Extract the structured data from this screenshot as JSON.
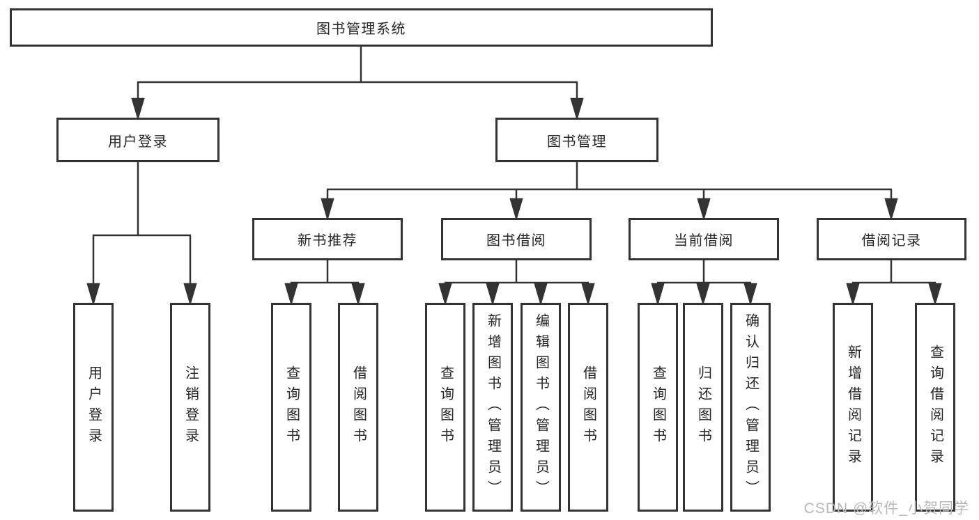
{
  "diagram": {
    "root": {
      "label": "图书管理系统"
    },
    "level2": [
      {
        "id": "user-login",
        "label": "用户登录"
      },
      {
        "id": "book-management",
        "label": "图书管理"
      }
    ],
    "level3": [
      {
        "id": "new-book-recommend",
        "label": "新书推荐"
      },
      {
        "id": "book-borrow",
        "label": "图书借阅"
      },
      {
        "id": "current-borrow",
        "label": "当前借阅"
      },
      {
        "id": "borrow-records",
        "label": "借阅记录"
      }
    ],
    "leaves": [
      {
        "id": "user-login",
        "label": "用户登录"
      },
      {
        "id": "logout",
        "label": "注销登录"
      },
      {
        "id": "query-books-recommend",
        "label": "查询图书"
      },
      {
        "id": "borrow-books-recommend",
        "label": "借阅图书"
      },
      {
        "id": "query-books-borrow",
        "label": "查询图书"
      },
      {
        "id": "add-book-admin",
        "label": "新增图书（管理员）"
      },
      {
        "id": "edit-book-admin",
        "label": "编辑图书（管理员）"
      },
      {
        "id": "borrow-books",
        "label": "借阅图书"
      },
      {
        "id": "query-books-current",
        "label": "查询图书"
      },
      {
        "id": "return-book",
        "label": "归还图书"
      },
      {
        "id": "confirm-return-admin",
        "label": "确认归还（管理员）"
      },
      {
        "id": "add-borrow-record",
        "label": "新增借阅记录"
      },
      {
        "id": "query-borrow-record",
        "label": "查询借阅记录"
      }
    ]
  },
  "watermark": {
    "text": "CSDN @软件_小贺同学"
  },
  "colors": {
    "line": "#333333",
    "box_border": "#333333",
    "text": "#262626",
    "watermark": "#b8b8b8",
    "background": "#ffffff"
  }
}
